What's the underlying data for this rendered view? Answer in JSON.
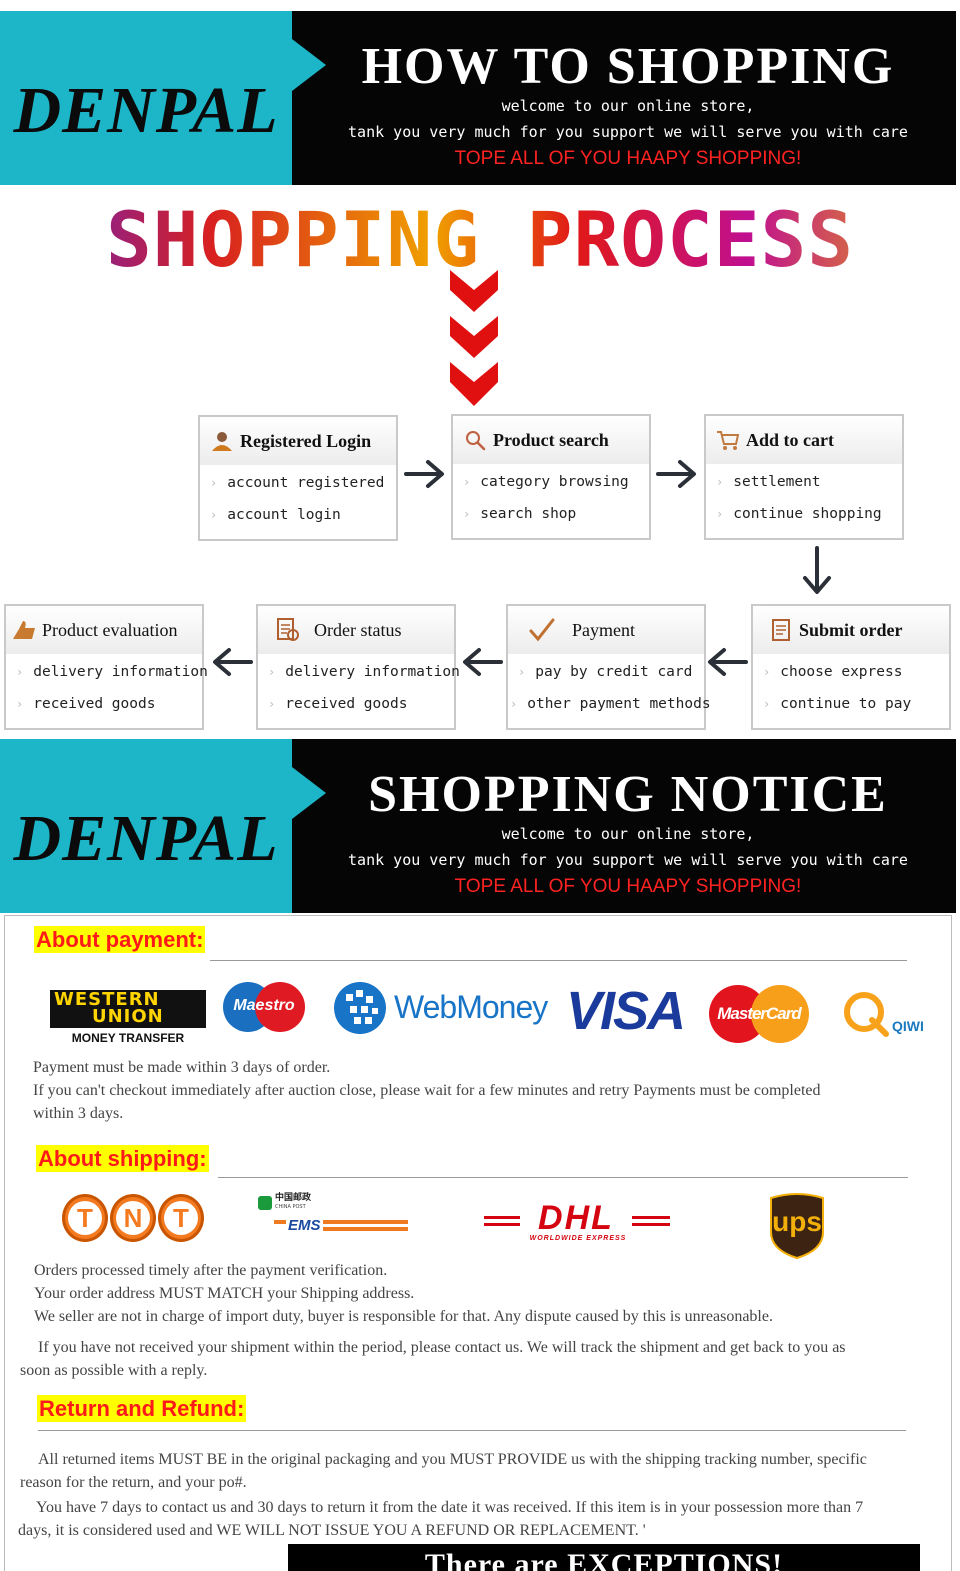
{
  "banner_top": {
    "brand": "DENPAL",
    "title": "HOW TO SHOPPING",
    "line1": "welcome to our online store,",
    "line2": "tank you very much for you support we will serve you with care",
    "highlight": "TOPE ALL OF YOU HAAPY SHOPPING!"
  },
  "process": {
    "title": "SHOPPING PROCESS",
    "steps": [
      {
        "label": "Registered Login",
        "items": [
          "account registered",
          "account  login"
        ]
      },
      {
        "label": "Product search",
        "items": [
          "category browsing",
          "search shop"
        ]
      },
      {
        "label": "Add to cart",
        "items": [
          "settlement",
          "continue shopping"
        ]
      },
      {
        "label": "Submit order",
        "items": [
          "choose express",
          "continue to pay"
        ]
      },
      {
        "label": "Payment",
        "items": [
          "pay by credit card",
          "other payment methods"
        ]
      },
      {
        "label": "Order status",
        "items": [
          "delivery information",
          "received goods"
        ]
      },
      {
        "label": "Product evaluation",
        "items": [
          "delivery information",
          "received goods"
        ]
      }
    ]
  },
  "banner_notice": {
    "brand": "DENPAL",
    "title": "SHOPPING NOTICE",
    "line1": "welcome to our online store,",
    "line2": "tank you very much for you support we will serve you with care",
    "highlight": "TOPE ALL OF YOU HAAPY SHOPPING!"
  },
  "payment": {
    "heading": "About payment:",
    "logos": {
      "western_union_line1": "WESTERN",
      "western_union_line2": "UNION",
      "western_union_sub": "MONEY TRANSFER",
      "maestro": "Maestro",
      "webmoney": "WebMoney",
      "visa": "VISA",
      "mastercard": "MasterCard",
      "qiwi": "QIWI"
    },
    "text1": "Payment must be made within 3 days of order.",
    "text2": "If you can't checkout immediately after auction close, please wait for a few minutes and retry Payments must be completed",
    "text3": "within 3 days."
  },
  "shipping": {
    "heading": "About shipping:",
    "logos": {
      "tnt": [
        "T",
        "N",
        "T"
      ],
      "ems_cn": "中国邮政",
      "ems_en": "CHINA POST",
      "ems": "EMS",
      "dhl": "DHL",
      "dhl_sub": "WORLDWIDE EXPRESS",
      "ups": "ups"
    },
    "text1": "Orders processed timely after the payment verification.",
    "text2": "Your order address MUST MATCH your Shipping address.",
    "text3": "We seller are not in charge of import duty, buyer is responsible for that. Any dispute caused by this is unreasonable.",
    "text4": "If you have not received your shipment within the period,  please contact us. We will track the shipment and get back to you as",
    "text5": "soon as possible with a reply."
  },
  "refund": {
    "heading": "Return and Refund:",
    "text1": "All returned items MUST BE in the original packaging and you MUST PROVIDE us with the shipping tracking number, specific",
    "text2": "reason for the return, and your po#.",
    "text3": "You have 7 days to contact us and 30 days to return it from the date it was received. If this item is in your possession more than 7",
    "text4": "days, it is considered used and WE WILL NOT ISSUE YOU A REFUND OR REPLACEMENT. '"
  },
  "exceptions": "There are EXCEPTIONS!",
  "colors": {
    "teal": "#1cb6c8",
    "black": "#050505",
    "red": "#ff2222",
    "heading_bg": "#ffff00",
    "heading_text": "#ff1a1a"
  }
}
